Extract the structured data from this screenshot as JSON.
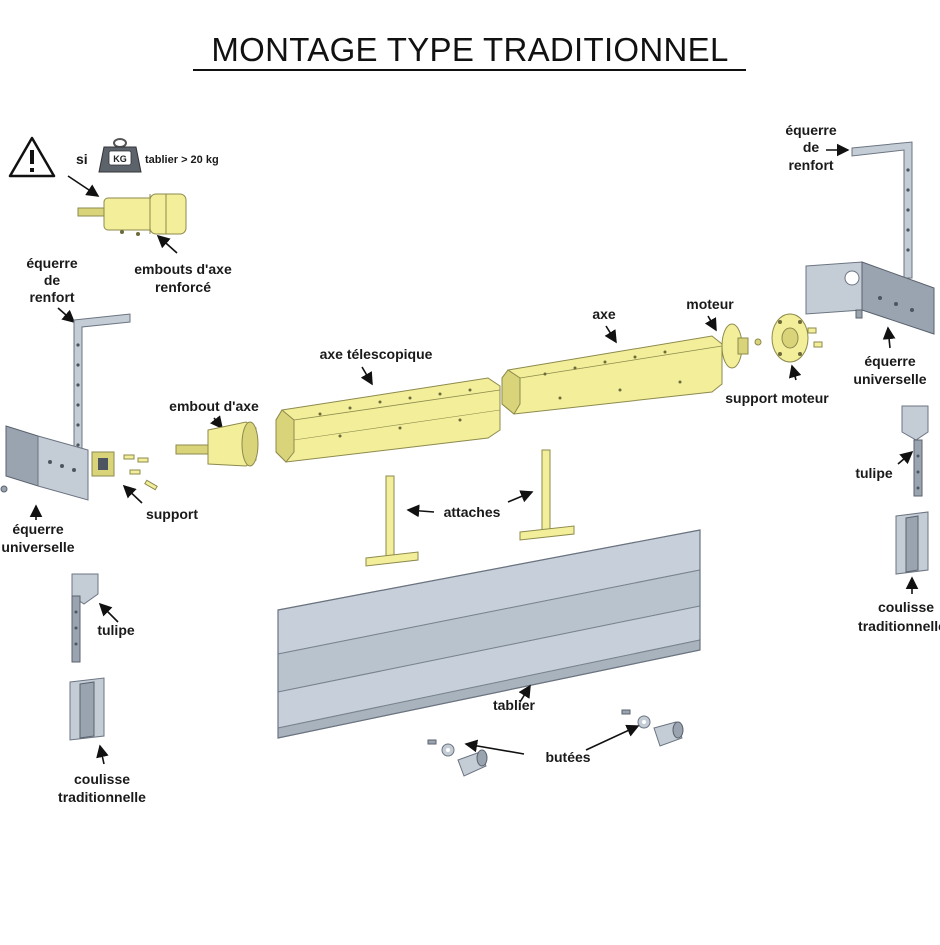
{
  "title": "MONTAGE TYPE TRADITIONNEL",
  "warning": {
    "prefix": "si",
    "weight_badge": "KG",
    "condition": "tablier > 20 kg"
  },
  "labels": {
    "embouts_axe_renforce_1": "embouts d'axe",
    "embouts_axe_renforce_2": "renforcé",
    "equerre_renfort_left_1": "équerre",
    "equerre_renfort_left_2": "de",
    "equerre_renfort_left_3": "renfort",
    "equerre_renfort_right_1": "équerre",
    "equerre_renfort_right_2": "de",
    "equerre_renfort_right_3": "renfort",
    "embout_axe": "embout d'axe",
    "axe_telescopique": "axe télescopique",
    "axe": "axe",
    "moteur": "moteur",
    "support_moteur": "support moteur",
    "equerre_universelle_left_1": "équerre",
    "equerre_universelle_left_2": "universelle",
    "equerre_universelle_right_1": "équerre",
    "equerre_universelle_right_2": "universelle",
    "support": "support",
    "attaches": "attaches",
    "tulipe_left": "tulipe",
    "tulipe_right": "tulipe",
    "coulisse_left_1": "coulisse",
    "coulisse_left_2": "traditionnelle",
    "coulisse_right_1": "coulisse",
    "coulisse_right_2": "traditionnelle",
    "tablier": "tablier",
    "butees": "butées"
  },
  "colors": {
    "brass": "#f2ee9a",
    "metal": "#c4ccd6",
    "slat": "#b9c3ce"
  }
}
